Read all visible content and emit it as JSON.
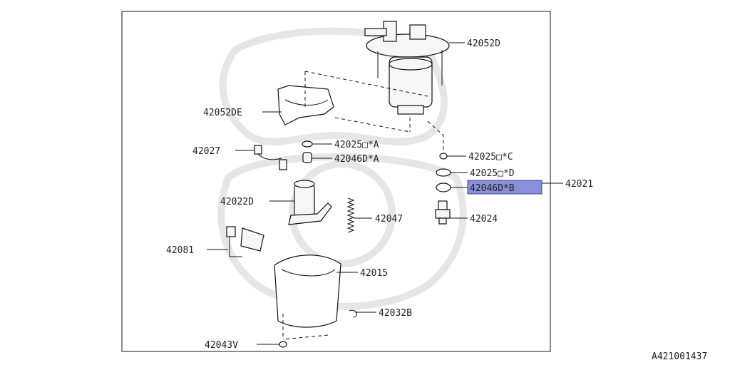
{
  "labels": {
    "p42052D": "42052D",
    "p42052DE": "42052DE",
    "p42025A": "42025□*A",
    "p42027": "42027",
    "p42046A": "42046D*A",
    "p42025C": "42025□*C",
    "p42025D": "42025□*D",
    "p42046B": "42046D*B",
    "p42021": "42021",
    "p42022D": "42022D",
    "p42047": "42047",
    "p42024": "42024",
    "p42081": "42081",
    "p42015": "42015",
    "p42032B": "42032B",
    "p42043V": "42043V"
  },
  "figure_code": "A421001437",
  "highlighted_part": "42046D*B",
  "colors": {
    "highlight": "#8a8fd8",
    "line": "#111111",
    "watermark": "#e6e6e6"
  }
}
